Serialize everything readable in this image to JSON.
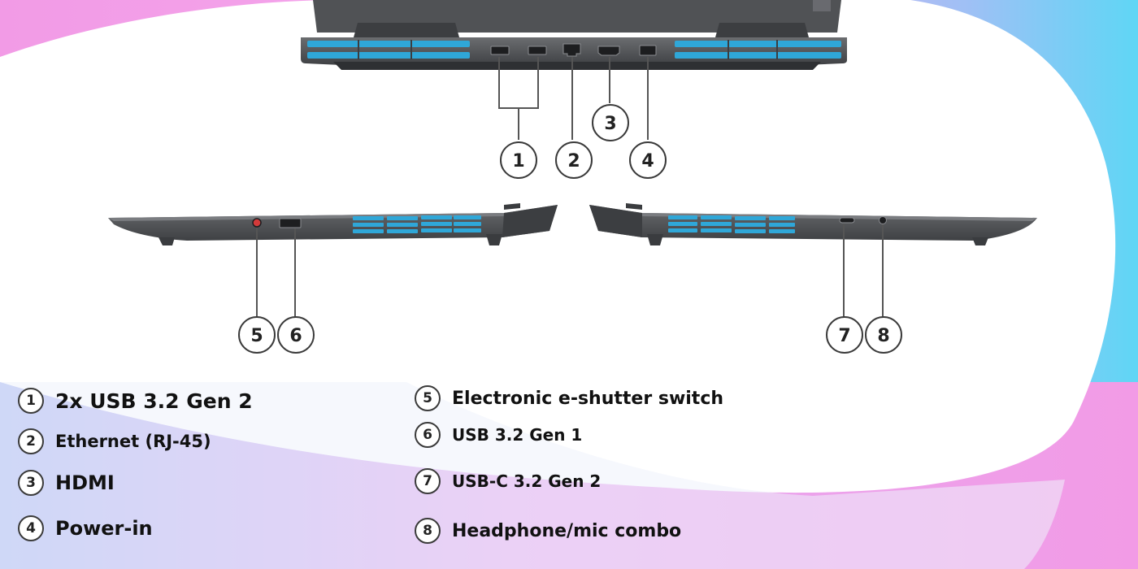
{
  "callouts": {
    "c1": "1",
    "c2": "2",
    "c3": "3",
    "c4": "4",
    "c5": "5",
    "c6": "6",
    "c7": "7",
    "c8": "8"
  },
  "legend": {
    "items": [
      {
        "num": "1",
        "label": "2x USB 3.2 Gen 2"
      },
      {
        "num": "2",
        "label": "Ethernet (RJ-45)"
      },
      {
        "num": "3",
        "label": "HDMI"
      },
      {
        "num": "4",
        "label": "Power-in"
      },
      {
        "num": "5",
        "label": "Electronic e-shutter switch"
      },
      {
        "num": "6",
        "label": "USB 3.2 Gen 1"
      },
      {
        "num": "7",
        "label": "USB-C 3.2 Gen 2"
      },
      {
        "num": "8",
        "label": "Headphone/mic combo"
      }
    ]
  },
  "colors": {
    "vent_blue": "#2fa7d8",
    "laptop_body": "#5b5d60",
    "background_pink": "#f29be6",
    "background_cyan": "#5fd6f5"
  }
}
